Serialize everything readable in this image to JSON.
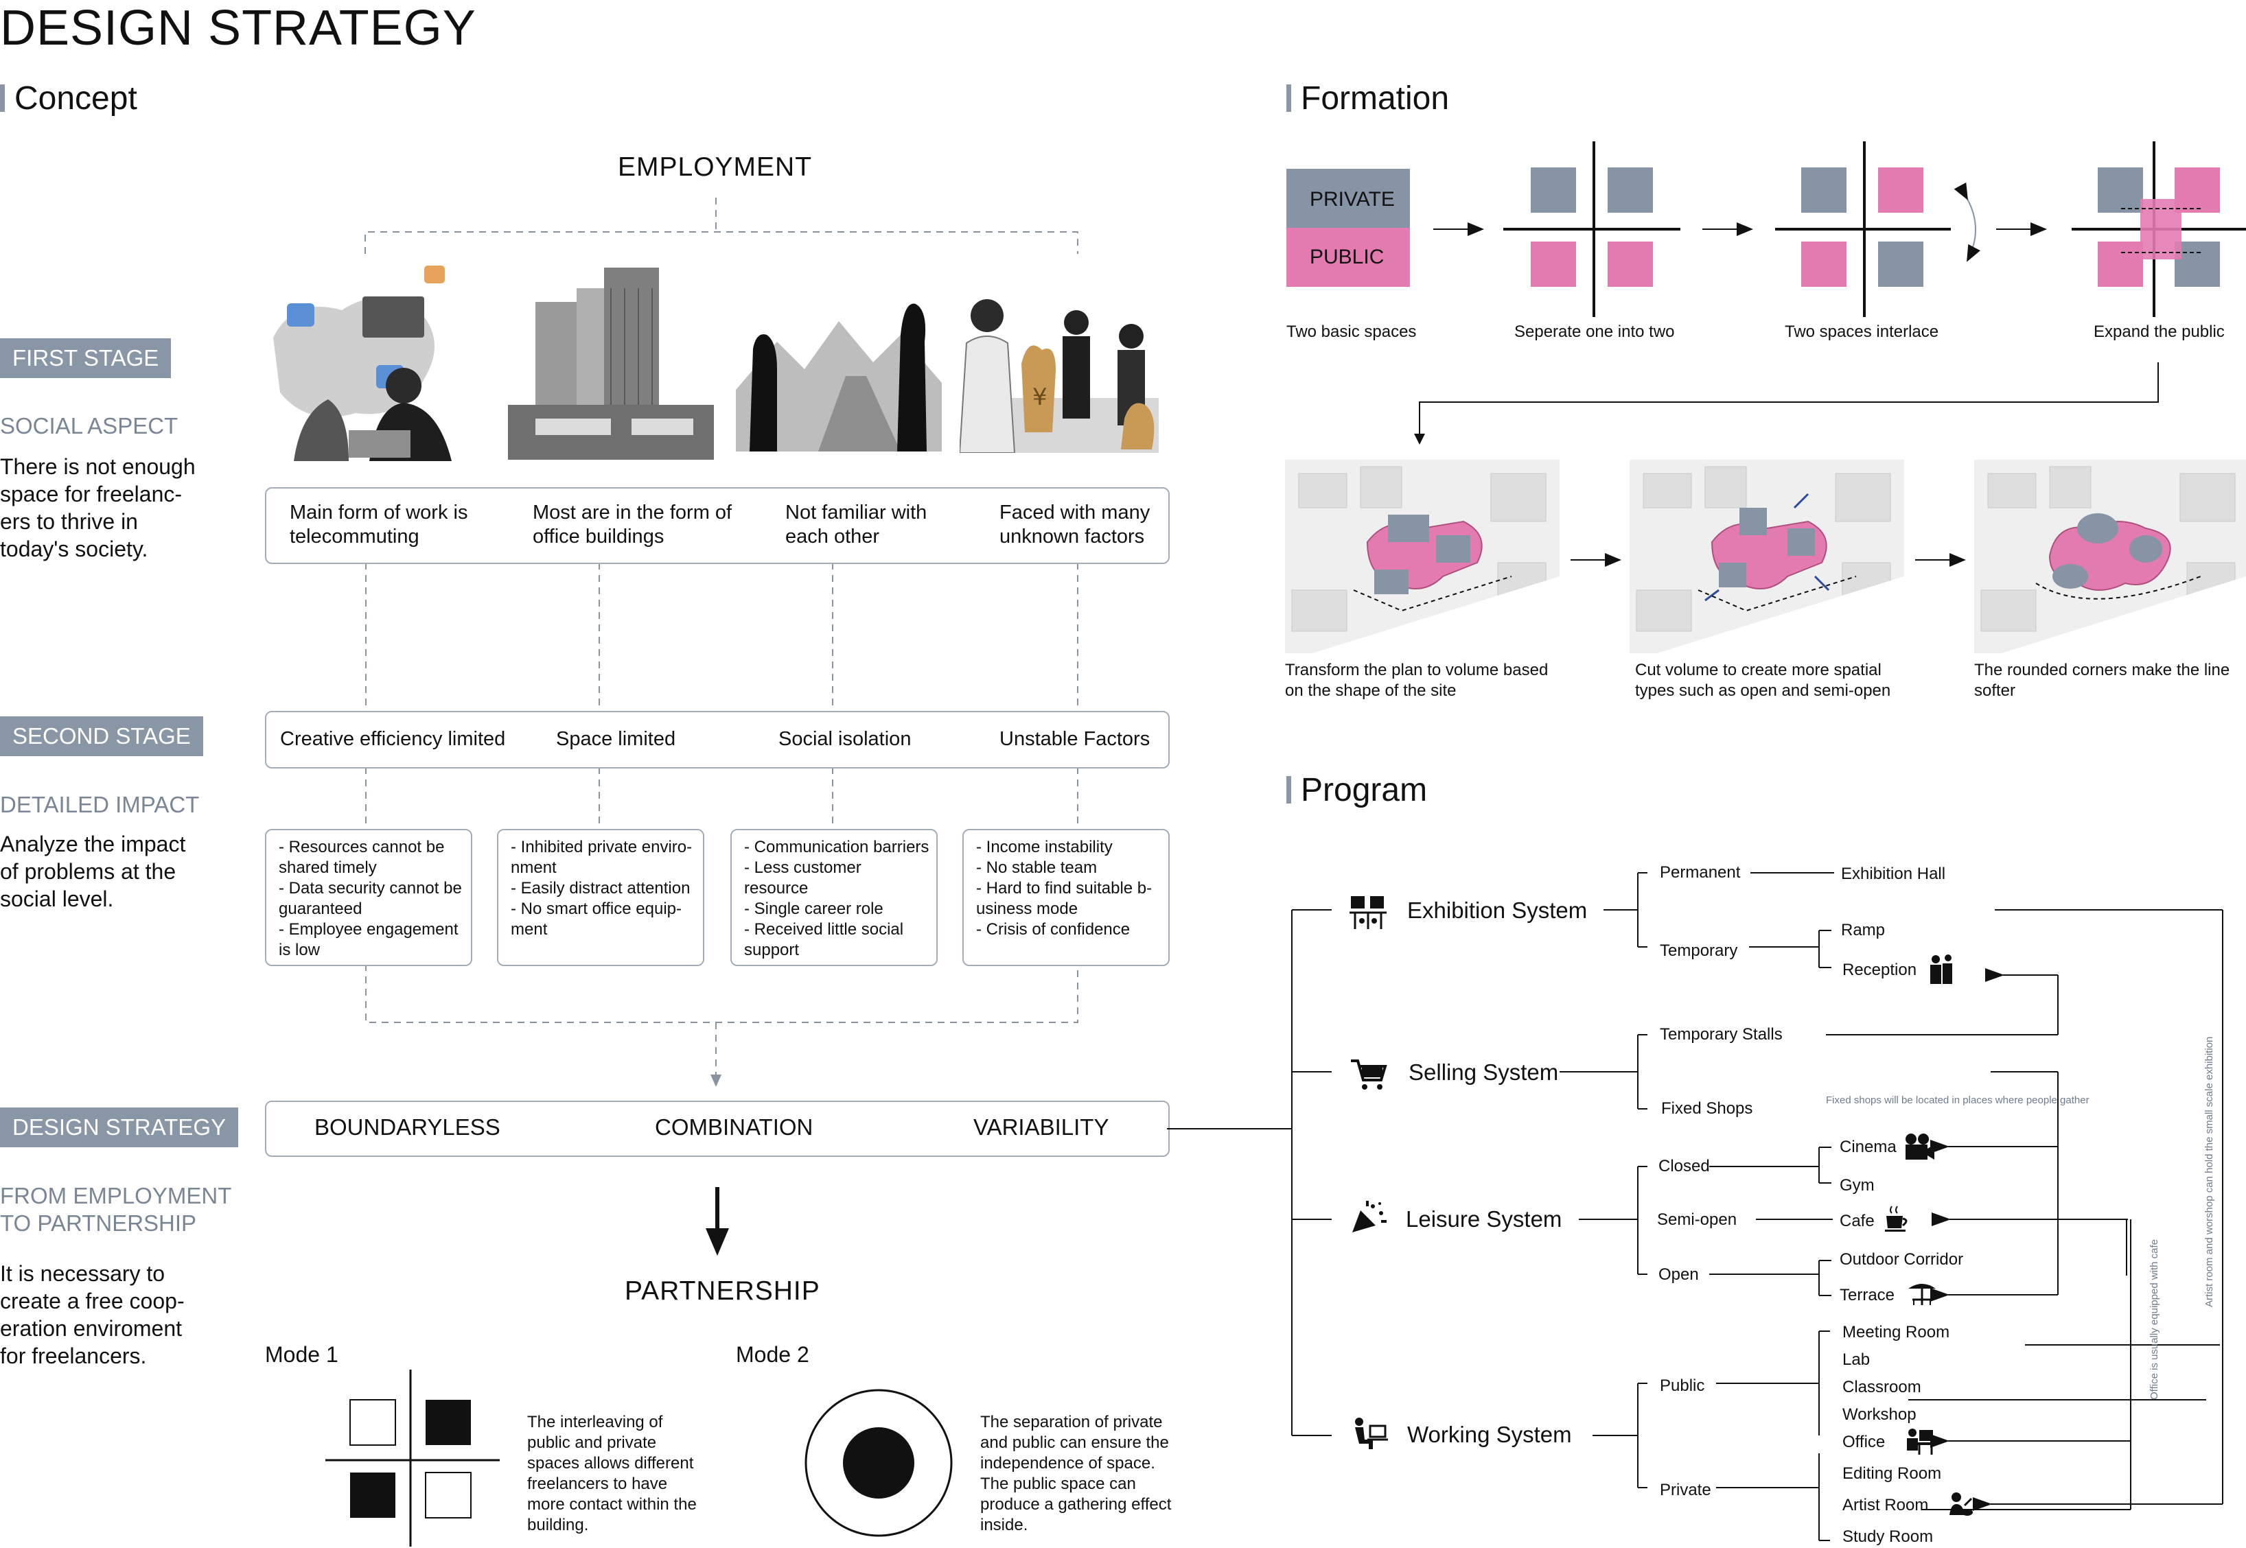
{
  "page_title": "DESIGN STRATEGY",
  "concept": {
    "heading": "Concept",
    "employment": "EMPLOYMENT",
    "partnership": "PARTNERSHIP",
    "stages": {
      "first": "FIRST STAGE",
      "second": "SECOND STAGE",
      "design": "DESIGN STRATEGY"
    },
    "side": {
      "social_aspect": "SOCIAL ASPECT",
      "social_text": "There is not enough space for freelanc-ers to thrive in today's society.",
      "detailed_impact": "DETAILED IMPACT",
      "detailed_text": "Analyze the impact of problems at the social level.",
      "from_employment_1": "FROM EMPLOYMENT",
      "from_employment_2": "TO PARTNERSHIP",
      "from_text": "It is necessary to create a free coop-eration enviroment for freelancers."
    },
    "forms": [
      "Main form of work is telecommuting",
      "Most are in the form of office buildings",
      "Not familiar with each other",
      "Faced with many unknown factors"
    ],
    "impacts": [
      "Creative efficiency limited",
      "Space limited",
      "Social isolation",
      "Unstable Factors"
    ],
    "details": [
      [
        "- Resources cannot be shared timely",
        "- Data security cannot be guaranteed",
        "- Employee engagement is low"
      ],
      [
        "- Inhibited private enviro-nment",
        "- Easily distract attention",
        "- No smart office equip-ment"
      ],
      [
        "- Communication barriers",
        "- Less customer resource",
        "- Single career role",
        "- Received little social support"
      ],
      [
        "- Income instability",
        "- No stable team",
        "- Hard to find suitable b-usiness mode",
        "- Crisis of confidence"
      ]
    ],
    "strategies": [
      "BOUNDARYLESS",
      "COMBINATION",
      "VARIABILITY"
    ],
    "mode1": {
      "label": "Mode 1",
      "text": "The interleaving of public and private spaces allows different freelancers to have more contact within the building."
    },
    "mode2": {
      "label": "Mode 2",
      "text": "The separation of private and public can ensure the independence of space. The public space can produce a gathering effect inside."
    }
  },
  "formation": {
    "heading": "Formation",
    "private": "PRIVATE",
    "public": "PUBLIC",
    "steps": [
      "Two basic spaces",
      "Seperate one into two",
      "Two spaces interlace",
      "Expand the public"
    ],
    "volumes": [
      "Transform the plan to volume based on the shape of the site",
      "Cut volume to create more spatial types such as open and semi-open",
      "The rounded corners make the line softer"
    ],
    "colors": {
      "private": "#8794a5",
      "public": "#e37bb1"
    }
  },
  "program": {
    "heading": "Program",
    "systems": {
      "exhibition": "Exhibition System",
      "selling": "Selling System",
      "leisure": "Leisure System",
      "working": "Working System"
    },
    "groups": {
      "permanent": "Permanent",
      "temporary": "Temporary",
      "temporary_stalls": "Temporary Stalls",
      "fixed_shops": "Fixed Shops",
      "closed": "Closed",
      "semi_open": "Semi-open",
      "open": "Open",
      "public": "Public",
      "private": "Private"
    },
    "spaces": {
      "exhibition_hall": "Exhibition Hall",
      "ramp": "Ramp",
      "reception": "Reception",
      "cinema": "Cinema",
      "gym": "Gym",
      "cafe": "Cafe",
      "outdoor_corridor": "Outdoor Corridor",
      "terrace": "Terrace",
      "meeting_room": "Meeting Room",
      "lab": "Lab",
      "classroom": "Classroom",
      "workshop": "Workshop",
      "office": "Office",
      "editing_room": "Editing Room",
      "artist_room": "Artist Room",
      "study_room": "Study Room"
    },
    "notes": {
      "fixed_shops": "Fixed shops will be located in places where people gather",
      "office": "Office is usually equipped with cafe",
      "artist": "Artist room and worshop can hold the small scale exhibition"
    }
  }
}
